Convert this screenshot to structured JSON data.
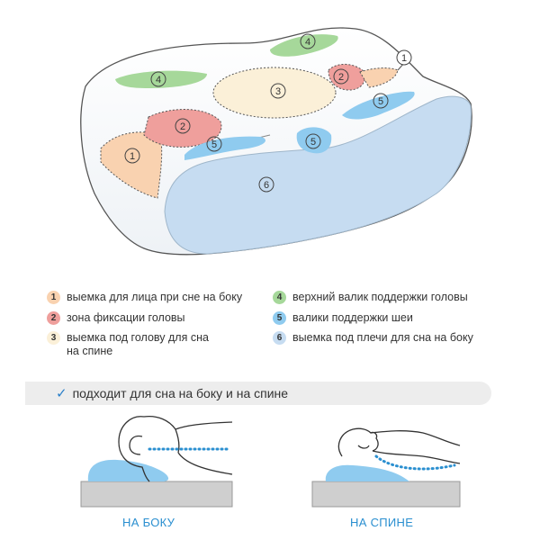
{
  "diagram": {
    "markers": [
      "1",
      "2",
      "3",
      "4",
      "5",
      "6"
    ],
    "colors": {
      "zone1": "#f9d2b0",
      "zone2": "#ef9f9c",
      "zone3": "#fbf0d8",
      "zone4": "#a6d89a",
      "zone5": "#8fcbef",
      "zone6": "#c6dcf1",
      "outline": "#555555",
      "accent": "#2a8fd0"
    }
  },
  "legend": {
    "items": [
      {
        "num": "1",
        "text": "выемка для лица при сне на боку"
      },
      {
        "num": "2",
        "text": "зона фиксации головы"
      },
      {
        "num": "3",
        "text": "выемка под голову для сна\nна спине"
      },
      {
        "num": "4",
        "text": "верхний валик поддержки головы"
      },
      {
        "num": "5",
        "text": "валики поддержки шеи"
      },
      {
        "num": "6",
        "text": "выемка под плечи для сна на боку"
      }
    ]
  },
  "banner": {
    "icon": "check-icon",
    "check": "✓",
    "text": "подходит для сна на боку и на спине"
  },
  "poses": {
    "side_label": "НА БОКУ",
    "back_label": "НА СПИНЕ"
  }
}
